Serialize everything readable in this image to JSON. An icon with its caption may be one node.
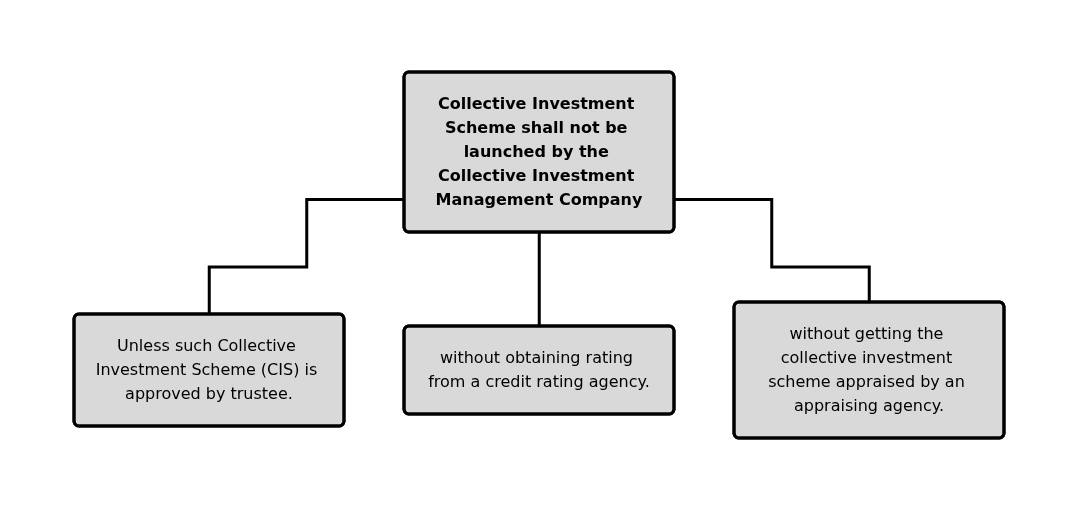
{
  "diagram": {
    "nodes": [
      {
        "text": [
          "Collective Investment Scheme shall not be launched by the Collective Investment Management Company"
        ]
      },
      {
        "text": [
          "Unless such Collective Investment Scheme (CIS) is approved by trustee."
        ]
      },
      {
        "text": [
          "without obtaining rating from a credit rating agency."
        ]
      },
      {
        "text": [
          "without getting the collective investment scheme appraised by an appraising agency."
        ]
      }
    ],
    "edges": [
      {
        "from": 0,
        "to": 1,
        "arrow": "none"
      },
      {
        "from": 0,
        "to": 2,
        "arrow": "none"
      },
      {
        "from": 0,
        "to": 3,
        "arrow": "none"
      }
    ]
  }
}
